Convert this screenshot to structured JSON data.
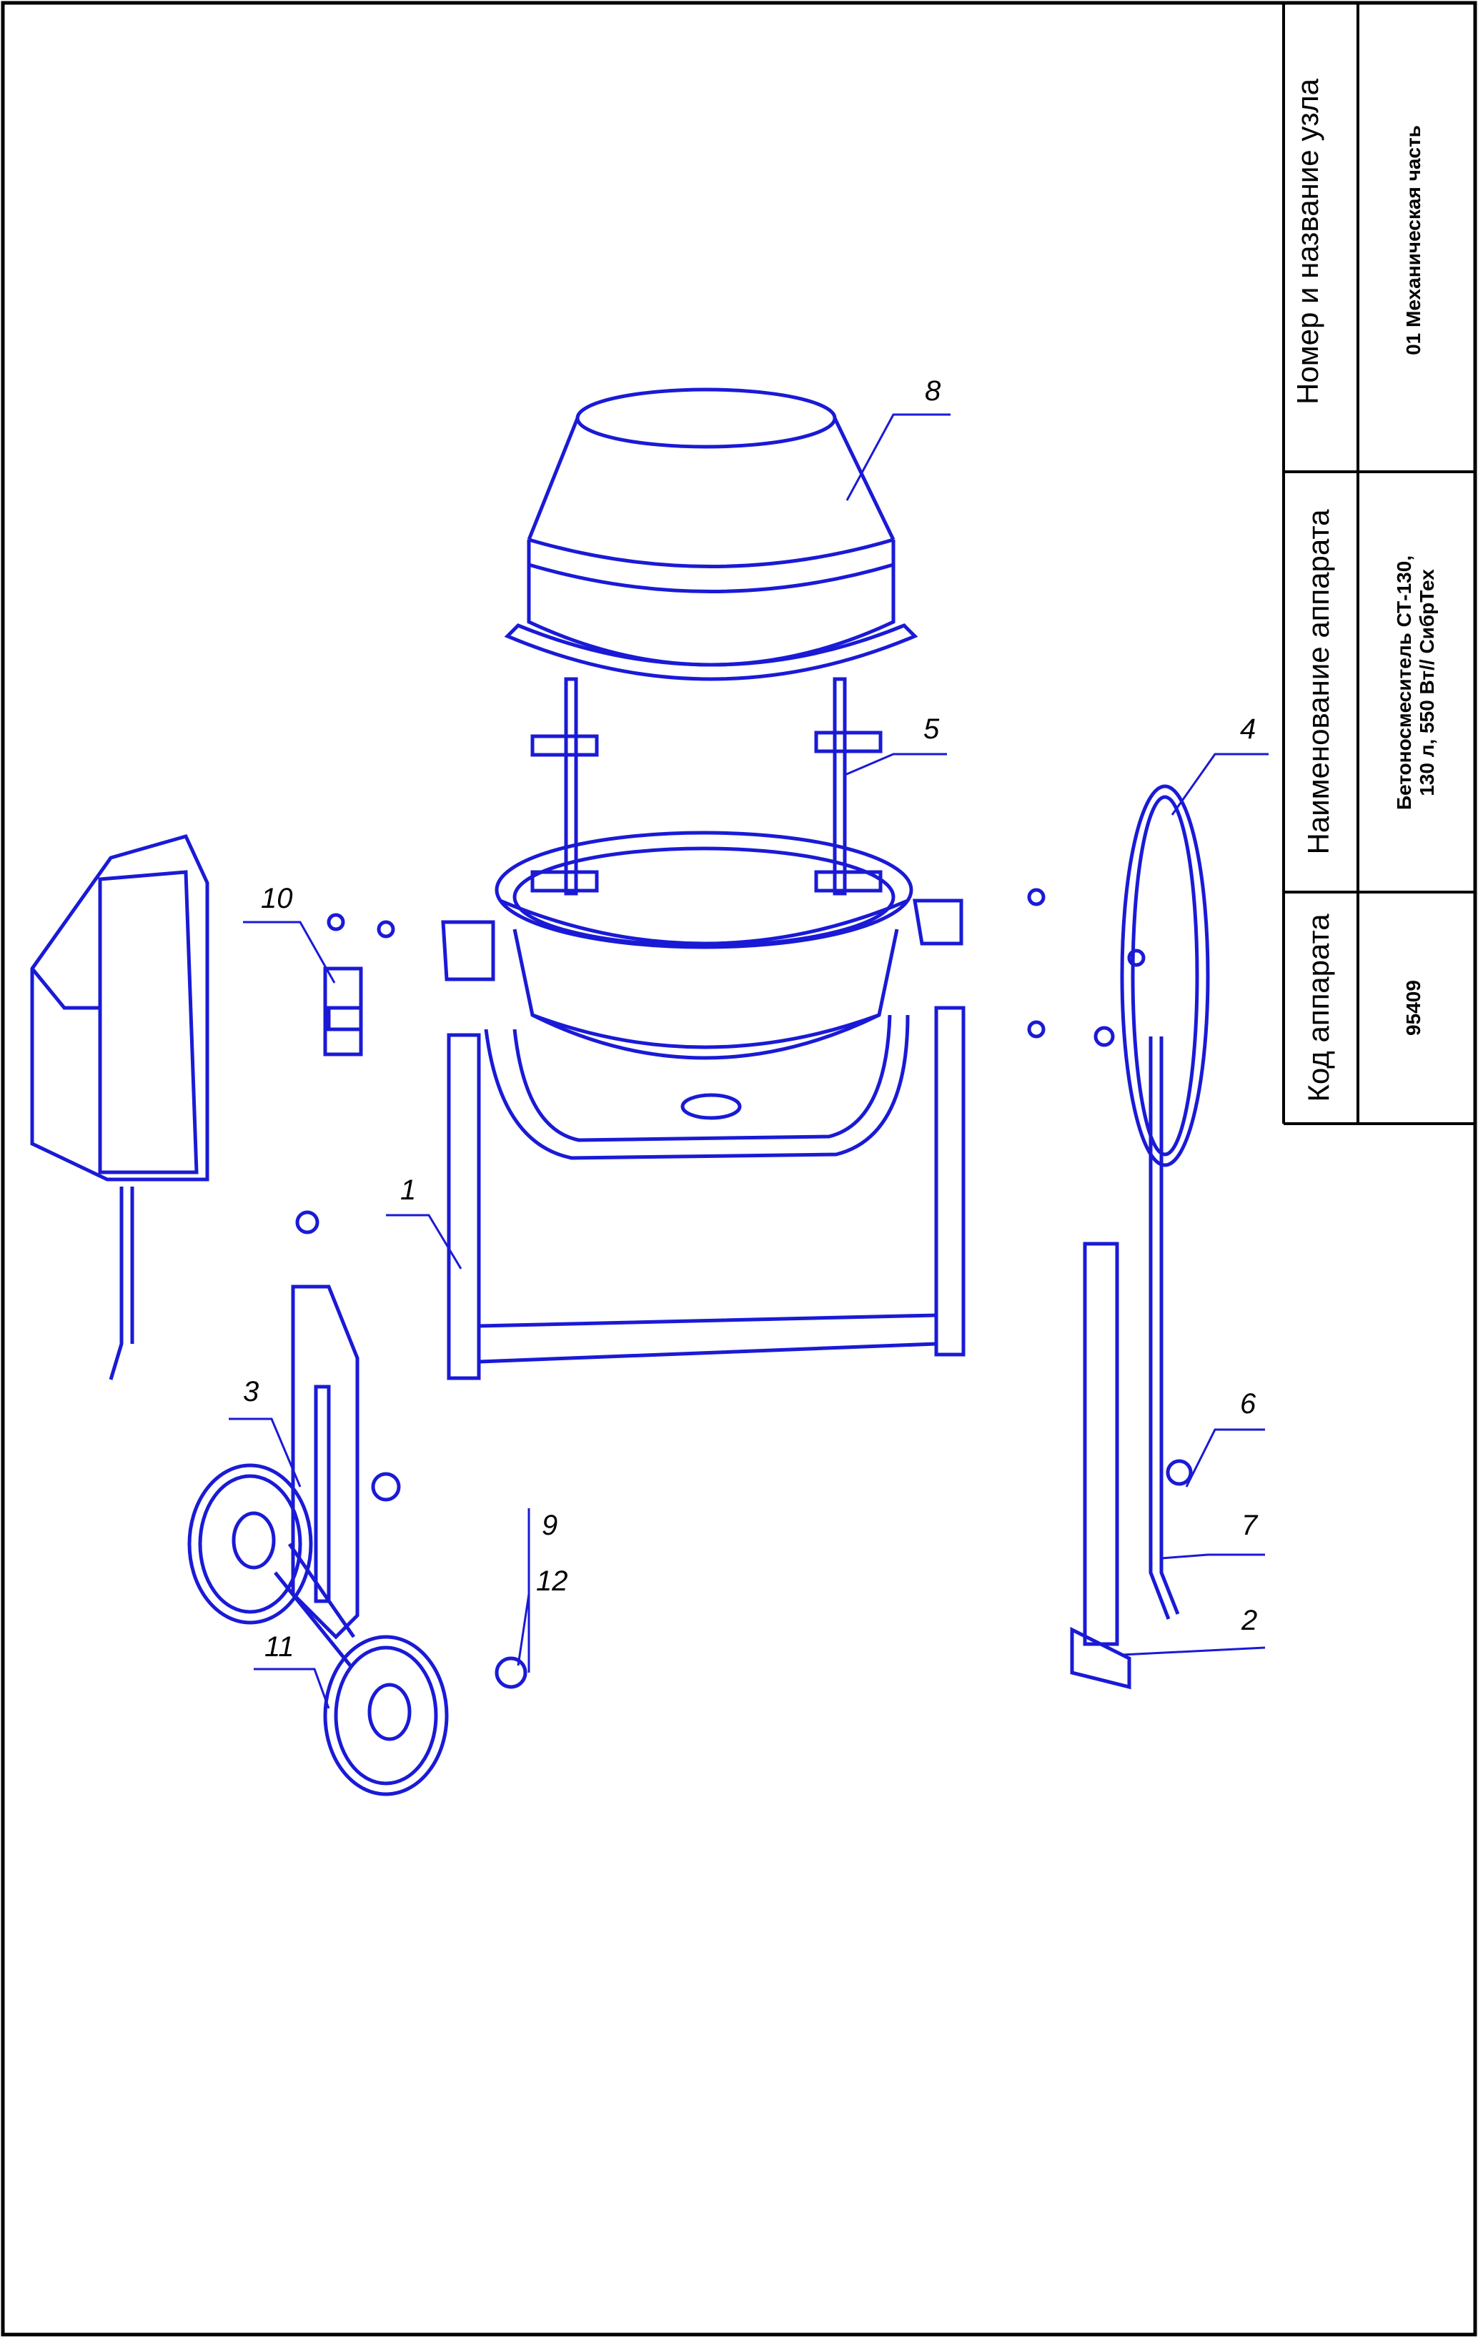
{
  "title_block": {
    "unit_header": "Номер и название узла",
    "unit_value": "01 Механическая часть",
    "device_header": "Наименование аппарата",
    "device_value": "Бетоносмеситель  СТ-130,\n130 л, 550 Вт// СибрТех",
    "code_header": "Код аппарата",
    "code_value": "95409"
  },
  "callouts": [
    "1",
    "2",
    "3",
    "4",
    "5",
    "6",
    "7",
    "8",
    "9",
    "10",
    "11",
    "12"
  ],
  "colors": {
    "line": "#1a1ad6",
    "frame": "#000000"
  }
}
